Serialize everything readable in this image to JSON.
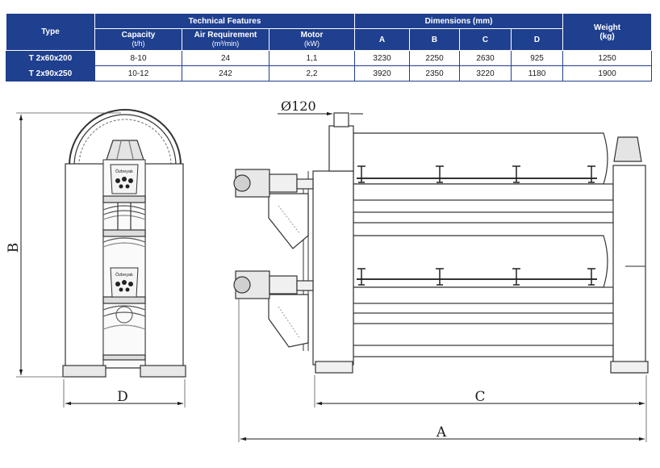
{
  "table": {
    "headers": {
      "type": "Type",
      "technical_features": "Technical Features",
      "dimensions": "Dimensions (mm)",
      "weight": "Weight",
      "weight_unit": "(kg)",
      "capacity": "Capacity",
      "capacity_unit": "(t/h)",
      "air": "Air Requirement",
      "air_unit": "(m³/min)",
      "motor": "Motor",
      "motor_unit": "(kW)",
      "a": "A",
      "b": "B",
      "c": "C",
      "d": "D"
    },
    "rows": [
      {
        "type": "T 2x60x200",
        "capacity": "8-10",
        "air": "24",
        "motor": "1,1",
        "a": "3230",
        "b": "2250",
        "c": "2630",
        "d": "925",
        "weight": "1250"
      },
      {
        "type": "T 2x90x250",
        "capacity": "10-12",
        "air": "242",
        "motor": "2,2",
        "a": "3920",
        "b": "2350",
        "c": "3220",
        "d": "1180",
        "weight": "1900"
      }
    ]
  },
  "drawing": {
    "diameter_label": "Ø120",
    "label_a": "A",
    "label_b": "B",
    "label_c": "C",
    "label_d": "D",
    "logo_text": "Özbeyak"
  },
  "colors": {
    "header_bg": "#1f3f8f",
    "line": "#333333"
  }
}
